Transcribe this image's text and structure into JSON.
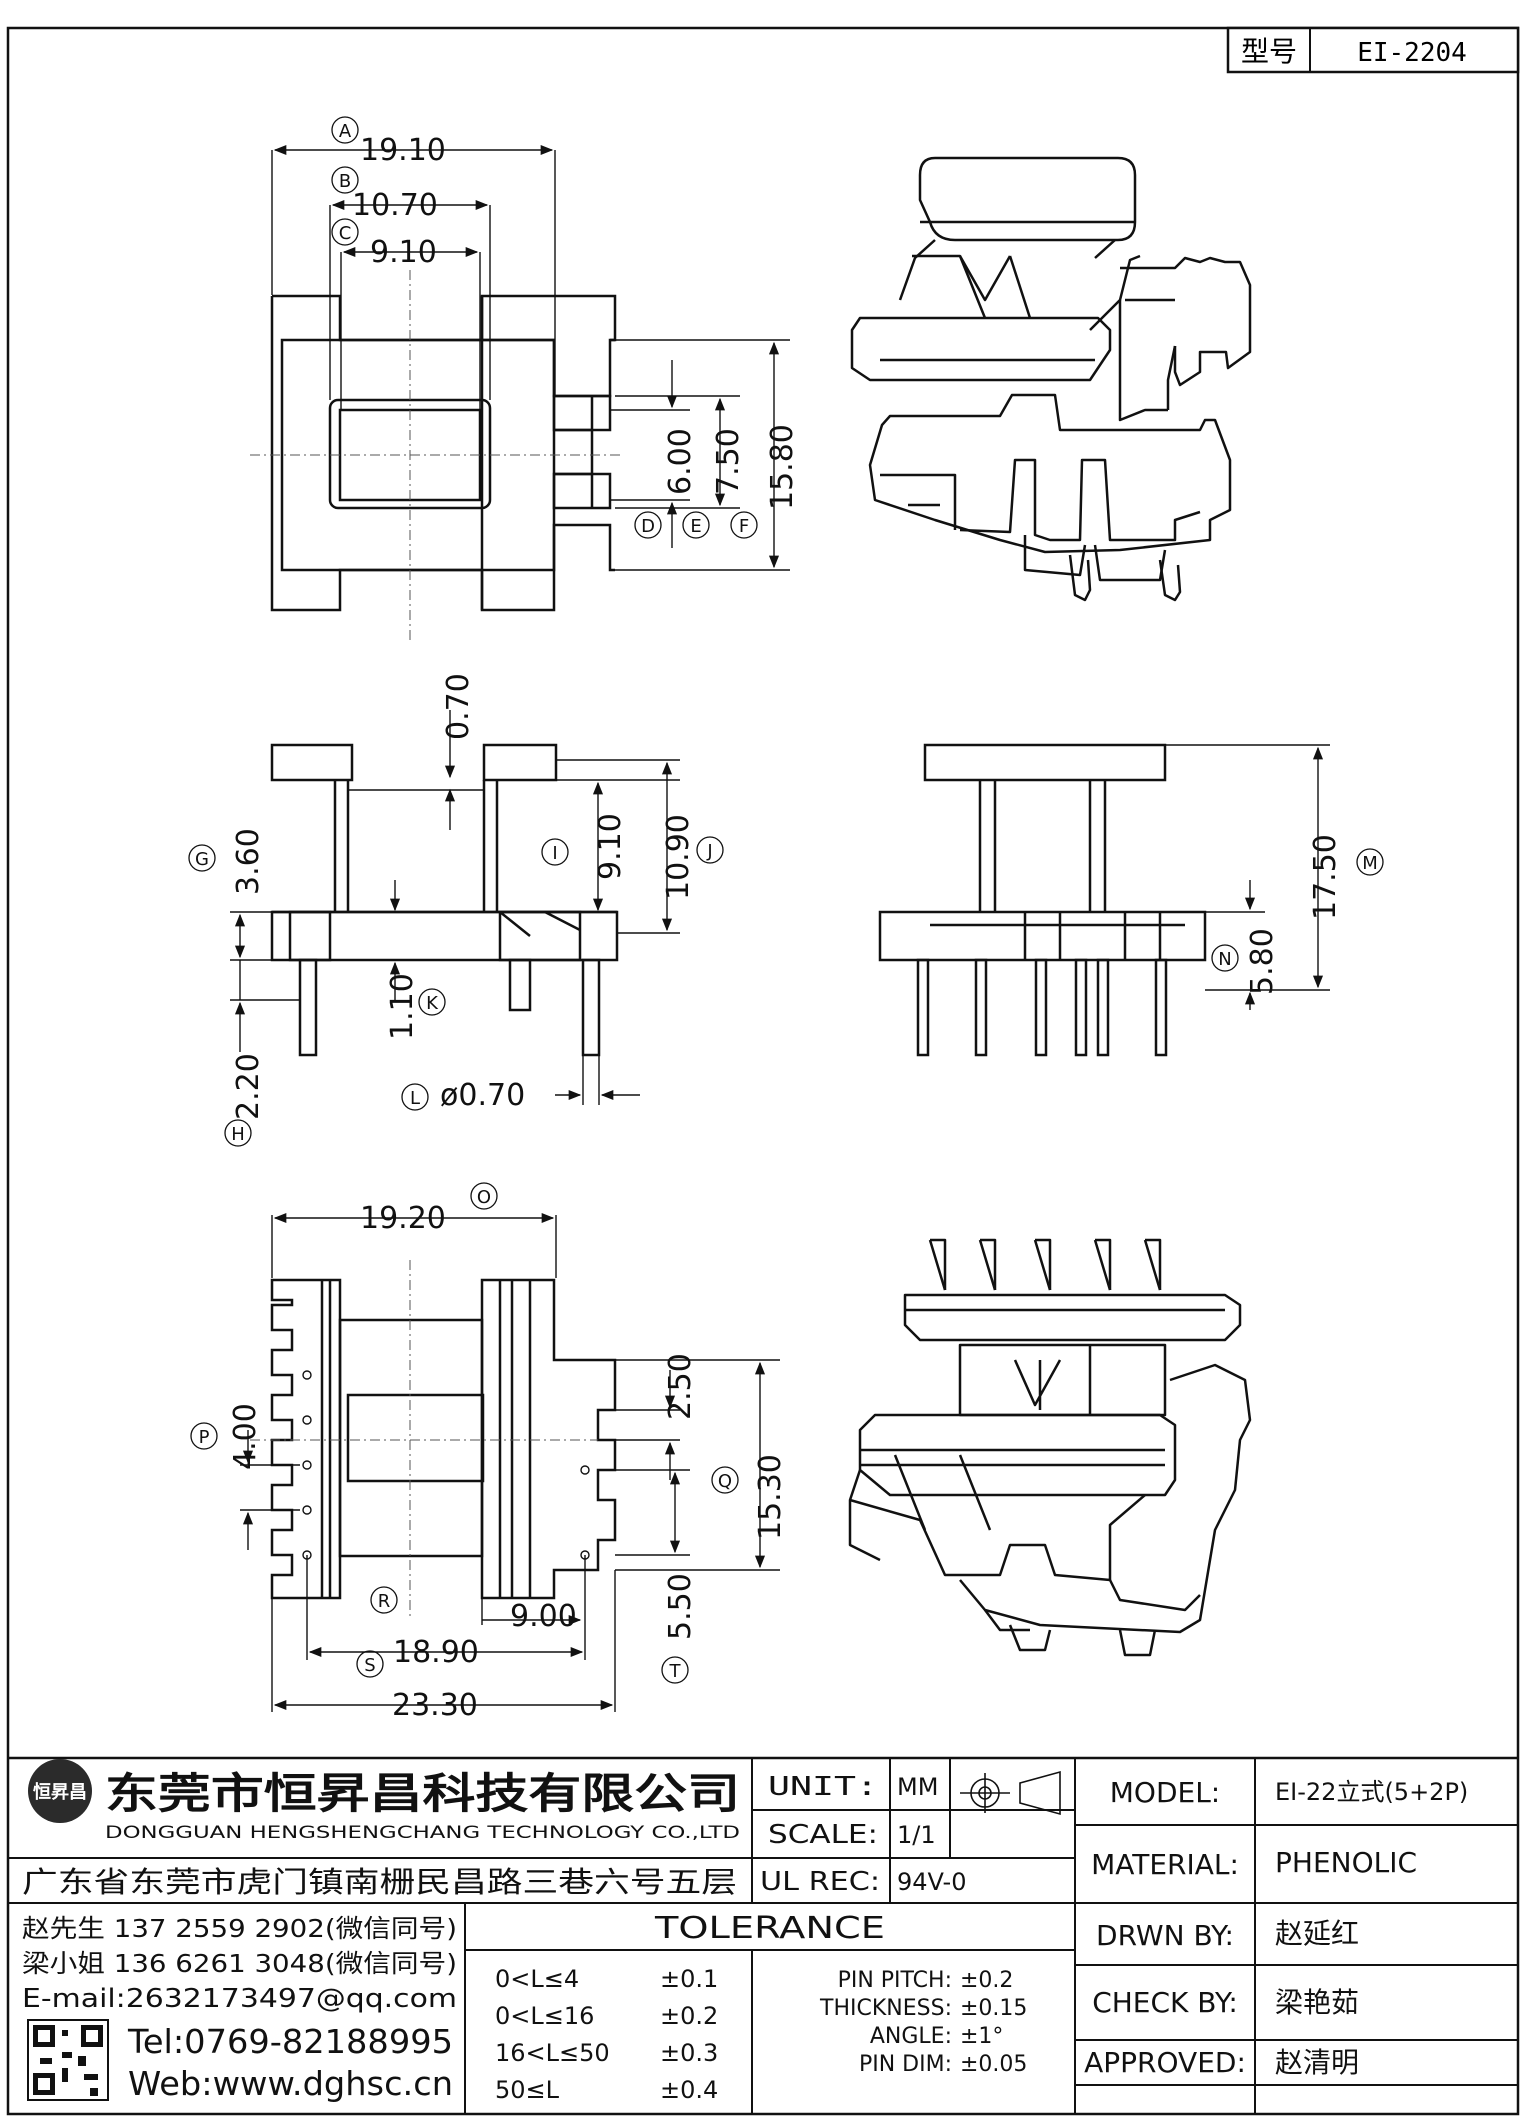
{
  "header": {
    "type_label": "型号",
    "part_no": "EI-2204"
  },
  "dims": {
    "A": "19.10",
    "B": "10.70",
    "C": "9.10",
    "D": "6.00",
    "E": "7.50",
    "F": "15.80",
    "G": "3.60",
    "H": "2.20",
    "I": "9.10",
    "J": "10.90",
    "K": "1.10",
    "L": "ø0.70",
    "M": "17.50",
    "N": "5.80",
    "top_gap": "0.70",
    "O": "19.20",
    "P": "4.00",
    "Q": "15.30",
    "R": "18.90",
    "S": "23.30",
    "T": "5.50",
    "pitch_top": "2.50",
    "bottom_pitch": "9.00"
  },
  "labels": {
    "A": "A",
    "B": "B",
    "C": "C",
    "D": "D",
    "E": "E",
    "F": "F",
    "G": "G",
    "H": "H",
    "I": "I",
    "J": "J",
    "K": "K",
    "L": "L",
    "M": "M",
    "N": "N",
    "O": "O",
    "P": "P",
    "Q": "Q",
    "R": "R",
    "S": "S",
    "T": "T"
  },
  "company": {
    "name_cn": "东莞市恒昇昌科技有限公司",
    "name_en": "DONGGUAN HENGSHENGCHANG TECHNOLOGY CO.,LTD",
    "address": "广东省东莞市虎门镇南栅民昌路三巷六号五层",
    "logo_text": "恒昇昌",
    "contact1": "赵先生 137 2559 2902(微信同号)",
    "contact2": "梁小姐 136 6261 3048(微信同号)",
    "email": "E-mail:2632173497@qq.com",
    "tel": "Tel:0769-82188995",
    "web": "Web:www.dghsc.cn"
  },
  "spec": {
    "unit_label": "UNIT:",
    "unit_value": "MM",
    "scale_label": "SCALE:",
    "scale_value": "1/1",
    "ulrec_label": "UL REC:",
    "ulrec_value": "94V-0",
    "tolerance_title": "TOLERANCE",
    "tol_rows": [
      {
        "range": "0<L≤4",
        "tol": "±0.1"
      },
      {
        "range": "0<L≤16",
        "tol": "±0.2"
      },
      {
        "range": "16<L≤50",
        "tol": "±0.3"
      },
      {
        "range": "50≤L",
        "tol": "±0.4"
      }
    ],
    "pin_pitch_label": "PIN PITCH:",
    "pin_pitch": "±0.2",
    "thickness_label": "THICKNESS:",
    "thickness": "±0.15",
    "angle_label": "ANGLE:",
    "angle": "±1°",
    "pin_dim_label": "PIN DIM:",
    "pin_dim": "±0.05"
  },
  "info": {
    "model_label": "MODEL:",
    "model": "EI-22立式(5+2P)",
    "material_label": "MATERIAL:",
    "material": "PHENOLIC",
    "drawn_label": "DRWN BY:",
    "drawn": "赵延红",
    "check_label": "CHECK BY:",
    "check": "梁艳茹",
    "approved_label": "APPROVED:",
    "approved": "赵清明"
  }
}
